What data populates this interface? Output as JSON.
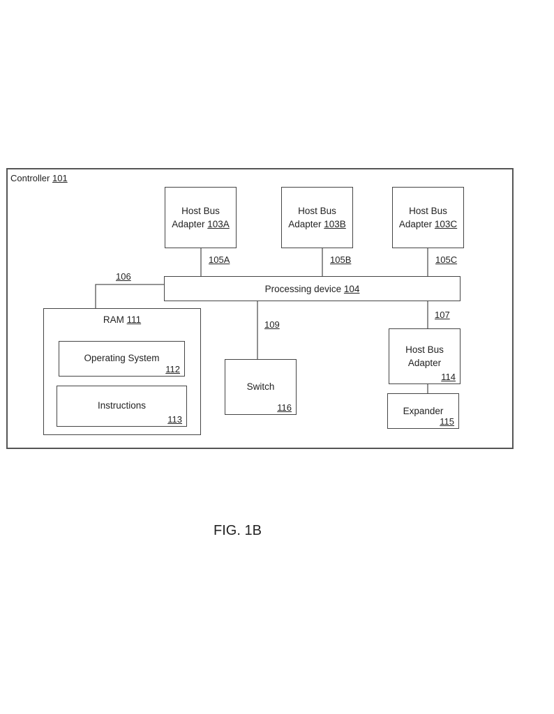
{
  "figure_label": "FIG. 1B",
  "controller": {
    "label": "Controller",
    "ref": "101"
  },
  "host_bus_adapters": [
    {
      "line1": "Host Bus",
      "line2": "Adapter",
      "ref": "103A",
      "link_ref": "105A"
    },
    {
      "line1": "Host Bus",
      "line2": "Adapter",
      "ref": "103B",
      "link_ref": "105B"
    },
    {
      "line1": "Host Bus",
      "line2": "Adapter",
      "ref": "103C",
      "link_ref": "105C"
    }
  ],
  "processing_device": {
    "label": "Processing device",
    "ref": "104"
  },
  "ram": {
    "label": "RAM",
    "ref": "111",
    "link_ref": "106",
    "operating_system": {
      "label": "Operating System",
      "ref": "112"
    },
    "instructions": {
      "label": "Instructions",
      "ref": "113"
    }
  },
  "switch": {
    "label": "Switch",
    "ref": "116",
    "link_ref": "109"
  },
  "host_bus_adapter_114": {
    "line1": "Host Bus",
    "line2": "Adapter",
    "ref": "114",
    "link_ref": "107"
  },
  "expander": {
    "label": "Expander",
    "ref": "115"
  }
}
